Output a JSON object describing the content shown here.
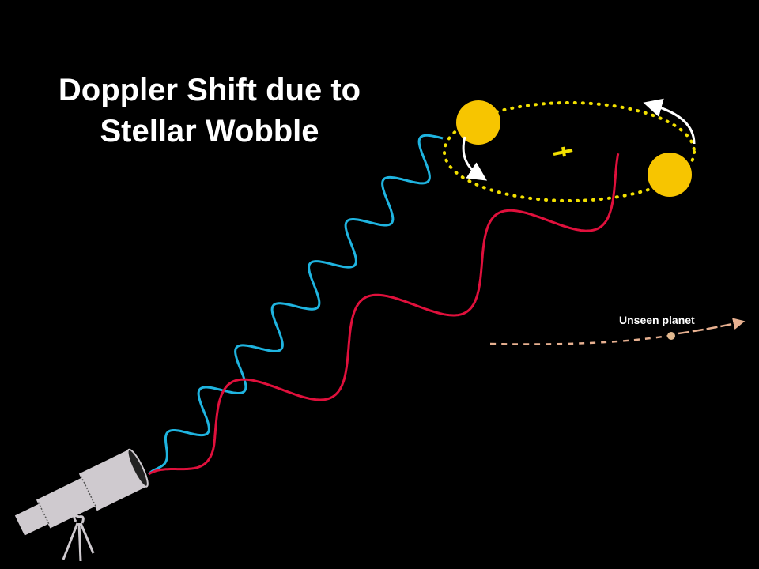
{
  "title": {
    "line1": "Doppler Shift due to",
    "line2": "Stellar Wobble"
  },
  "planet_label": "Unseen planet",
  "colors": {
    "blue_wave": "#1fb4e0",
    "red_wave": "#e0103c",
    "star": "#f7c500",
    "orbit": "#f2e000",
    "planet_path": "#e7b090",
    "telescope": "#cfcacf"
  }
}
